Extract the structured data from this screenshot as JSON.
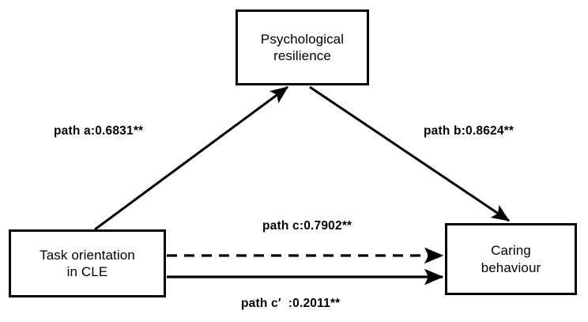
{
  "diagram": {
    "type": "mediation-path-diagram",
    "background_color": "#ffffff",
    "line_color": "#000000",
    "nodes": [
      {
        "id": "psychological-resilience",
        "label": "Psychological\nresilience",
        "role": "mediator"
      },
      {
        "id": "task-orientation-in-cle",
        "label": "Task orientation\nin CLE",
        "role": "independent-variable"
      },
      {
        "id": "caring-behaviour",
        "label": "Caring\nbehaviour",
        "role": "dependent-variable"
      }
    ],
    "paths": [
      {
        "id": "path-a",
        "label": "path a:0.6831**",
        "coefficient": 0.6831,
        "significance": "**",
        "from": "task-orientation-in-cle",
        "to": "psychological-resilience",
        "style": "solid"
      },
      {
        "id": "path-b",
        "label": "path b:0.8624**",
        "coefficient": 0.8624,
        "significance": "**",
        "from": "psychological-resilience",
        "to": "caring-behaviour",
        "style": "solid"
      },
      {
        "id": "path-c",
        "label": "path c:0.7902**",
        "coefficient": 0.7902,
        "significance": "**",
        "from": "task-orientation-in-cle",
        "to": "caring-behaviour",
        "style": "dashed"
      },
      {
        "id": "path-c-prime",
        "label": "path c′  :0.2011**",
        "coefficient": 0.2011,
        "significance": "**",
        "from": "task-orientation-in-cle",
        "to": "caring-behaviour",
        "style": "solid"
      }
    ]
  }
}
